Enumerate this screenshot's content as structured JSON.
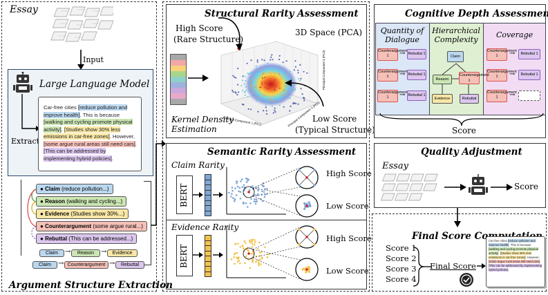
{
  "left": {
    "essay_label": "Essay",
    "input_label": "Input",
    "llm_title": "Large Language Model",
    "extract_label": "Extract",
    "essay_text": {
      "p1": "Car-free cities ",
      "h1": "[reduce pollution and improve health]",
      "p2": ". This is because ",
      "h2": "[walking and cycling promote physical activity]",
      "p3": ". ",
      "h3": "[Studies show 30% less emissions in car-free zones]",
      "p4": ". However, ",
      "h4": "[some argue rural areas still need cars]",
      "p5": ". ",
      "h5": "[This can be addressed by implementing hybrid policies]",
      "p6": "."
    },
    "components": [
      {
        "key": "Claim",
        "detail": " (reduce pollution...)",
        "color": "#bcd8ef"
      },
      {
        "key": "Reason",
        "detail": " (walking and cycling...)",
        "color": "#cbe6b3"
      },
      {
        "key": "Evidence",
        "detail": " (Studies show 30%...)",
        "color": "#f8e7a6"
      },
      {
        "key": "Counterargument",
        "detail": " (some argue rural...)",
        "color": "#f5c0b8"
      },
      {
        "key": "Rebuttal",
        "detail": " (This can be addressed...)",
        "color": "#dcc7ee"
      }
    ],
    "chain1": [
      "Claim",
      "Reason",
      "Evidence"
    ],
    "chain2": [
      "Claim",
      "Counterargument",
      "Rebuttal"
    ],
    "section_title": "Argument Structure Extraction"
  },
  "structural": {
    "title": "Structural Rarity Assessment",
    "high_label": "High Score",
    "high_sub": "(Rare Structure)",
    "space_label": "3D Space (PCA)",
    "low_label": "Low Score",
    "low_sub": "(Typical Structure)",
    "kde_label": "Kernel Density Estimation",
    "axis_pc1": "Principal Component 1 (PC1)",
    "axis_pc2": "Principal Component 2 (PC2)",
    "axis_pc3": "Principal Component 3 (PC3)",
    "colors": [
      "#a8a8a8",
      "#f2a8a8",
      "#f7d27a",
      "#a9d58a",
      "#8fd0c8",
      "#9fb2de",
      "#c9a8dc",
      "#e8a9c8",
      "#a8a8a8"
    ]
  },
  "semantic": {
    "title": "Semantic Rarity Assessment",
    "claim_label": "Claim Rarity",
    "evidence_label": "Evidence Rarity",
    "bert": "BERT",
    "high": "High Score",
    "low": "Low Score",
    "claim_color": "#7fa7d8",
    "evidence_color": "#f4c24c"
  },
  "cognitive": {
    "title": "Cognitive Depth Assessment",
    "col1": "Quantity of Dialogue",
    "col2": "Hierarchical Complexity",
    "col3": "Coverage",
    "counter": "Counterargument 1",
    "rebuttal": "Rebuttal 1",
    "claim": "Claim",
    "reason": "Reason",
    "evidence": "Evidence",
    "rebuttal_short": "Rebuttal",
    "score": "Score"
  },
  "quality": {
    "title": "Quality Adjustment",
    "essay": "Essay",
    "score": "Score"
  },
  "final": {
    "title": "Final Score Computation",
    "scores": [
      "Score 1",
      "Score 2",
      "Score 3",
      "Score 4"
    ],
    "final_label": "Final Score"
  }
}
